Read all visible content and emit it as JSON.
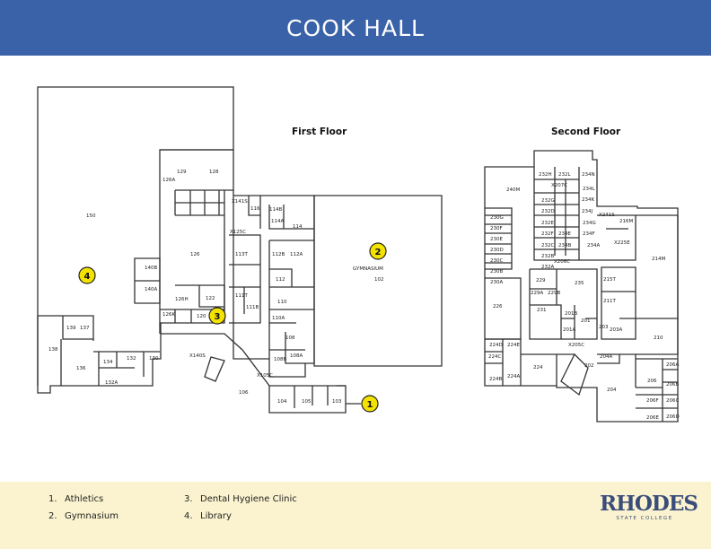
{
  "title": "COOK HALL",
  "floors": {
    "first": "First Floor",
    "second": "Second Floor"
  },
  "markers": [
    "1",
    "2",
    "3",
    "4"
  ],
  "legend": [
    {
      "num": "1.",
      "label": "Athletics"
    },
    {
      "num": "2.",
      "label": "Gymnasium"
    },
    {
      "num": "3.",
      "label": "Dental Hygiene Clinic"
    },
    {
      "num": "4.",
      "label": "Library"
    }
  ],
  "logo": {
    "name": "RHODES",
    "sub": "STATE COLLEGE"
  },
  "rooms_first": [
    "150",
    "129",
    "128",
    "126",
    "126A",
    "126H",
    "126K",
    "122",
    "120",
    "140B",
    "140A",
    "139",
    "137",
    "138",
    "136",
    "134",
    "132",
    "132A",
    "130",
    "113T",
    "111T",
    "111B",
    "112",
    "112A",
    "112B",
    "110",
    "110A",
    "108",
    "108B",
    "108A",
    "114",
    "114B",
    "114A",
    "116",
    "106",
    "104",
    "105",
    "103",
    "X141S",
    "X125C",
    "X105C",
    "X140S",
    "GYMNASIUM",
    "102"
  ],
  "rooms_second": [
    "240M",
    "232H",
    "232L",
    "234N",
    "232G",
    "232D",
    "232E",
    "232F",
    "232C",
    "232B",
    "232A",
    "234L",
    "234K",
    "234J",
    "234G",
    "234F",
    "234E",
    "234B",
    "234A",
    "230G",
    "230F",
    "230E",
    "230D",
    "230C",
    "230B",
    "230A",
    "226",
    "229",
    "229A",
    "229B",
    "231",
    "235",
    "201B",
    "201",
    "201A",
    "203",
    "203A",
    "211T",
    "215T",
    "216M",
    "214M",
    "210",
    "224D",
    "224E",
    "224C",
    "224",
    "224B",
    "224A",
    "202",
    "204",
    "204A",
    "206",
    "206A",
    "206B",
    "206C",
    "206D",
    "206E",
    "206F",
    "X207C",
    "X206C",
    "X205C",
    "X241S",
    "X225E"
  ],
  "colors": {
    "header": "#3a62a8",
    "footer": "#fbf3cf",
    "marker": "#f4e200",
    "walls": "#333333"
  }
}
